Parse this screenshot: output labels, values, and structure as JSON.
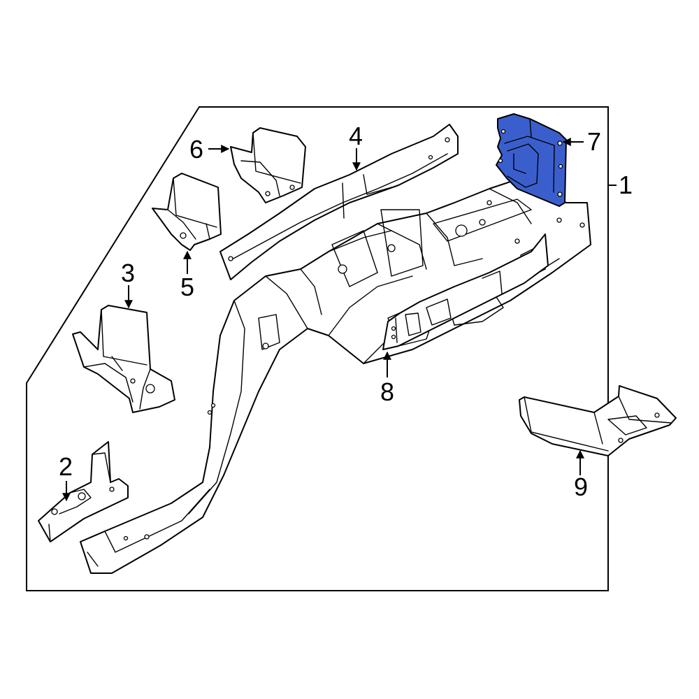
{
  "highlight_color": "#3a5fcd",
  "callouts": [
    {
      "id": "1",
      "label": "1"
    },
    {
      "id": "2",
      "label": "2"
    },
    {
      "id": "3",
      "label": "3"
    },
    {
      "id": "4",
      "label": "4"
    },
    {
      "id": "5",
      "label": "5"
    },
    {
      "id": "6",
      "label": "6"
    },
    {
      "id": "7",
      "label": "7"
    },
    {
      "id": "8",
      "label": "8"
    },
    {
      "id": "9",
      "label": "9"
    }
  ],
  "icons": {
    "arrow": "arrowhead-icon"
  }
}
